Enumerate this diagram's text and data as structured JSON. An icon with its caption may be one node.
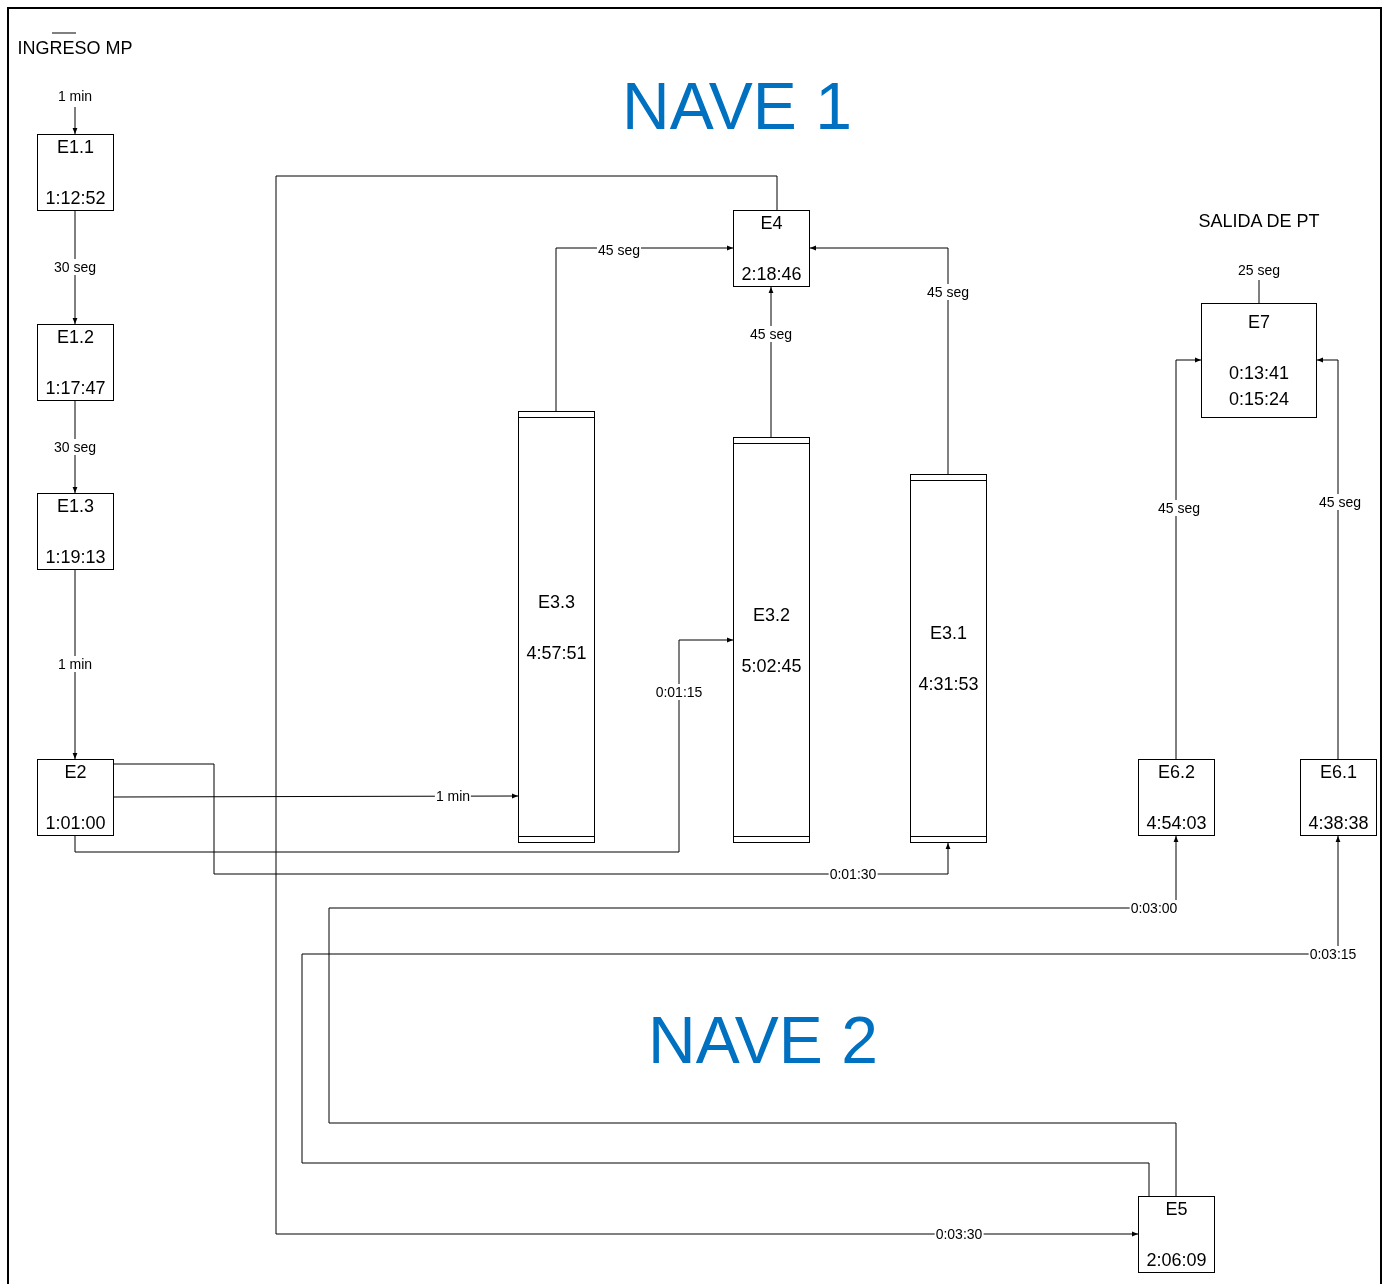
{
  "diagram": {
    "nodes": [
      {
        "text": [
          "E1.1",
          "1:12:52"
        ]
      },
      {
        "text": [
          "E1.2",
          "1:17:47"
        ]
      },
      {
        "text": [
          "E1.3",
          "1:19:13"
        ]
      },
      {
        "text": [
          "E2",
          "1:01:00"
        ]
      },
      {
        "text": [
          "E3.3",
          "4:57:51"
        ]
      },
      {
        "text": [
          "E3.2",
          "5:02:45"
        ]
      },
      {
        "text": [
          "E3.1",
          "4:31:53"
        ]
      },
      {
        "text": [
          "E4",
          "2:18:46"
        ]
      },
      {
        "text": [
          "E6.2",
          "4:54:03"
        ]
      },
      {
        "text": [
          "E6.1",
          "4:38:38"
        ]
      },
      {
        "text": [
          "E7",
          "0:13:41",
          "0:15:24"
        ]
      },
      {
        "text": [
          "E5",
          "2:06:09"
        ]
      }
    ],
    "edges": [
      {
        "from": null,
        "to": 0,
        "arrow": "to",
        "label": "1 min"
      },
      {
        "from": 0,
        "to": 1,
        "arrow": "to",
        "label": "30 seg"
      },
      {
        "from": 1,
        "to": 2,
        "arrow": "to",
        "label": "30 seg"
      },
      {
        "from": 2,
        "to": 3,
        "arrow": "to",
        "label": "1 min"
      },
      {
        "from": 3,
        "to": 4,
        "arrow": "to",
        "label": "1 min"
      },
      {
        "from": 3,
        "to": 5,
        "arrow": "to",
        "label": "0:01:15"
      },
      {
        "from": 3,
        "to": 6,
        "arrow": "to",
        "label": "0:01:30"
      },
      {
        "from": 4,
        "to": 7,
        "arrow": "to",
        "label": "45 seg"
      },
      {
        "from": 5,
        "to": 7,
        "arrow": "to",
        "label": "45 seg"
      },
      {
        "from": 6,
        "to": 7,
        "arrow": "to",
        "label": "45 seg"
      },
      {
        "from": 7,
        "to": 11,
        "arrow": "to",
        "label": "0:03:30"
      },
      {
        "from": 11,
        "to": 8,
        "arrow": "to",
        "label": "0:03:00"
      },
      {
        "from": 11,
        "to": 9,
        "arrow": "to",
        "label": "0:03:15"
      },
      {
        "from": 8,
        "to": 10,
        "arrow": "to",
        "label": "45 seg"
      },
      {
        "from": 9,
        "to": 10,
        "arrow": "to",
        "label": "45 seg"
      },
      {
        "from": 10,
        "to": null,
        "arrow": "none",
        "label": "25 seg"
      }
    ],
    "labels": [
      "INGRESO MP",
      "NAVE 1",
      "SALIDA DE PT",
      "NAVE 2"
    ]
  }
}
